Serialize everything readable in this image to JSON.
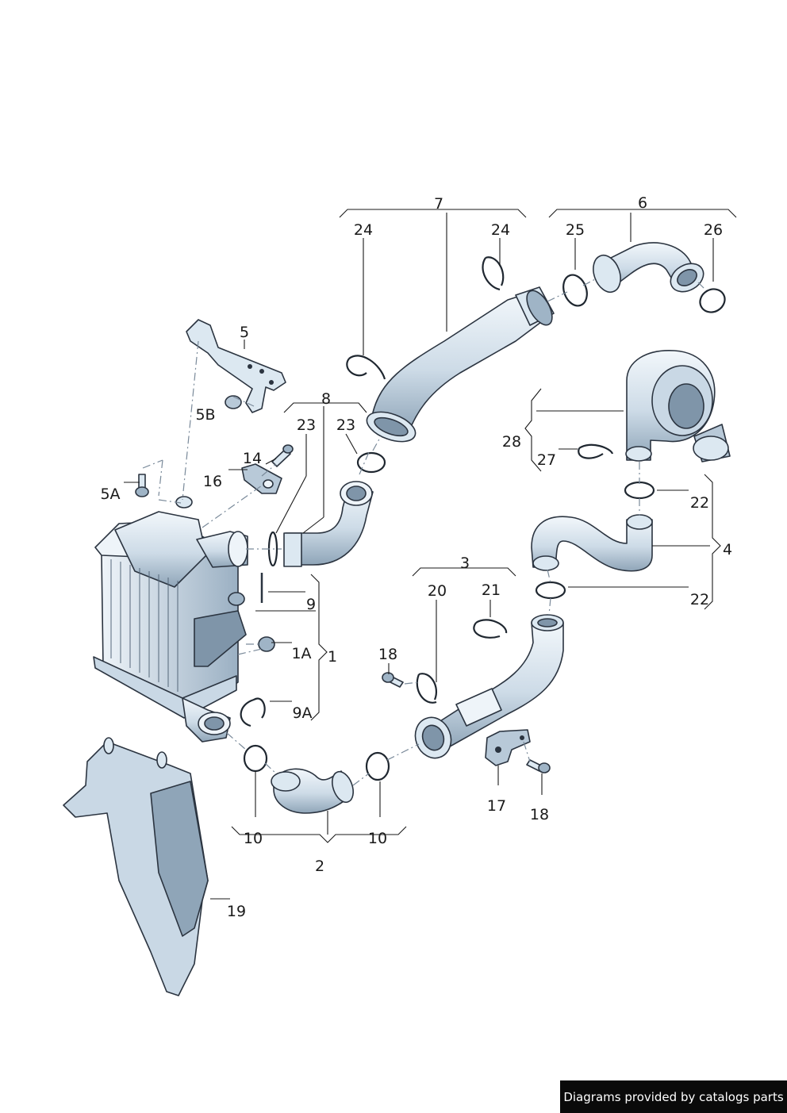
{
  "callouts": {
    "c1": "1",
    "c1a": "1A",
    "c2": "2",
    "c3": "3",
    "c4": "4",
    "c5": "5",
    "c5a": "5A",
    "c5b": "5B",
    "c6": "6",
    "c7": "7",
    "c8": "8",
    "c9": "9",
    "c9a": "9A",
    "c10a": "10",
    "c10b": "10",
    "c14": "14",
    "c16": "16",
    "c17": "17",
    "c18a": "18",
    "c18b": "18",
    "c19": "19",
    "c20": "20",
    "c21": "21",
    "c22a": "22",
    "c22b": "22",
    "c23a": "23",
    "c23b": "23",
    "c24a": "24",
    "c24b": "24",
    "c25": "25",
    "c26": "26",
    "c27": "27",
    "c28": "28"
  },
  "credit": "Diagrams provided by catalogs parts",
  "colors": {
    "part_fill": "#dce8f1",
    "part_shade": "#9fb4c6",
    "part_dark": "#6f8599",
    "outline": "#2b3440"
  }
}
